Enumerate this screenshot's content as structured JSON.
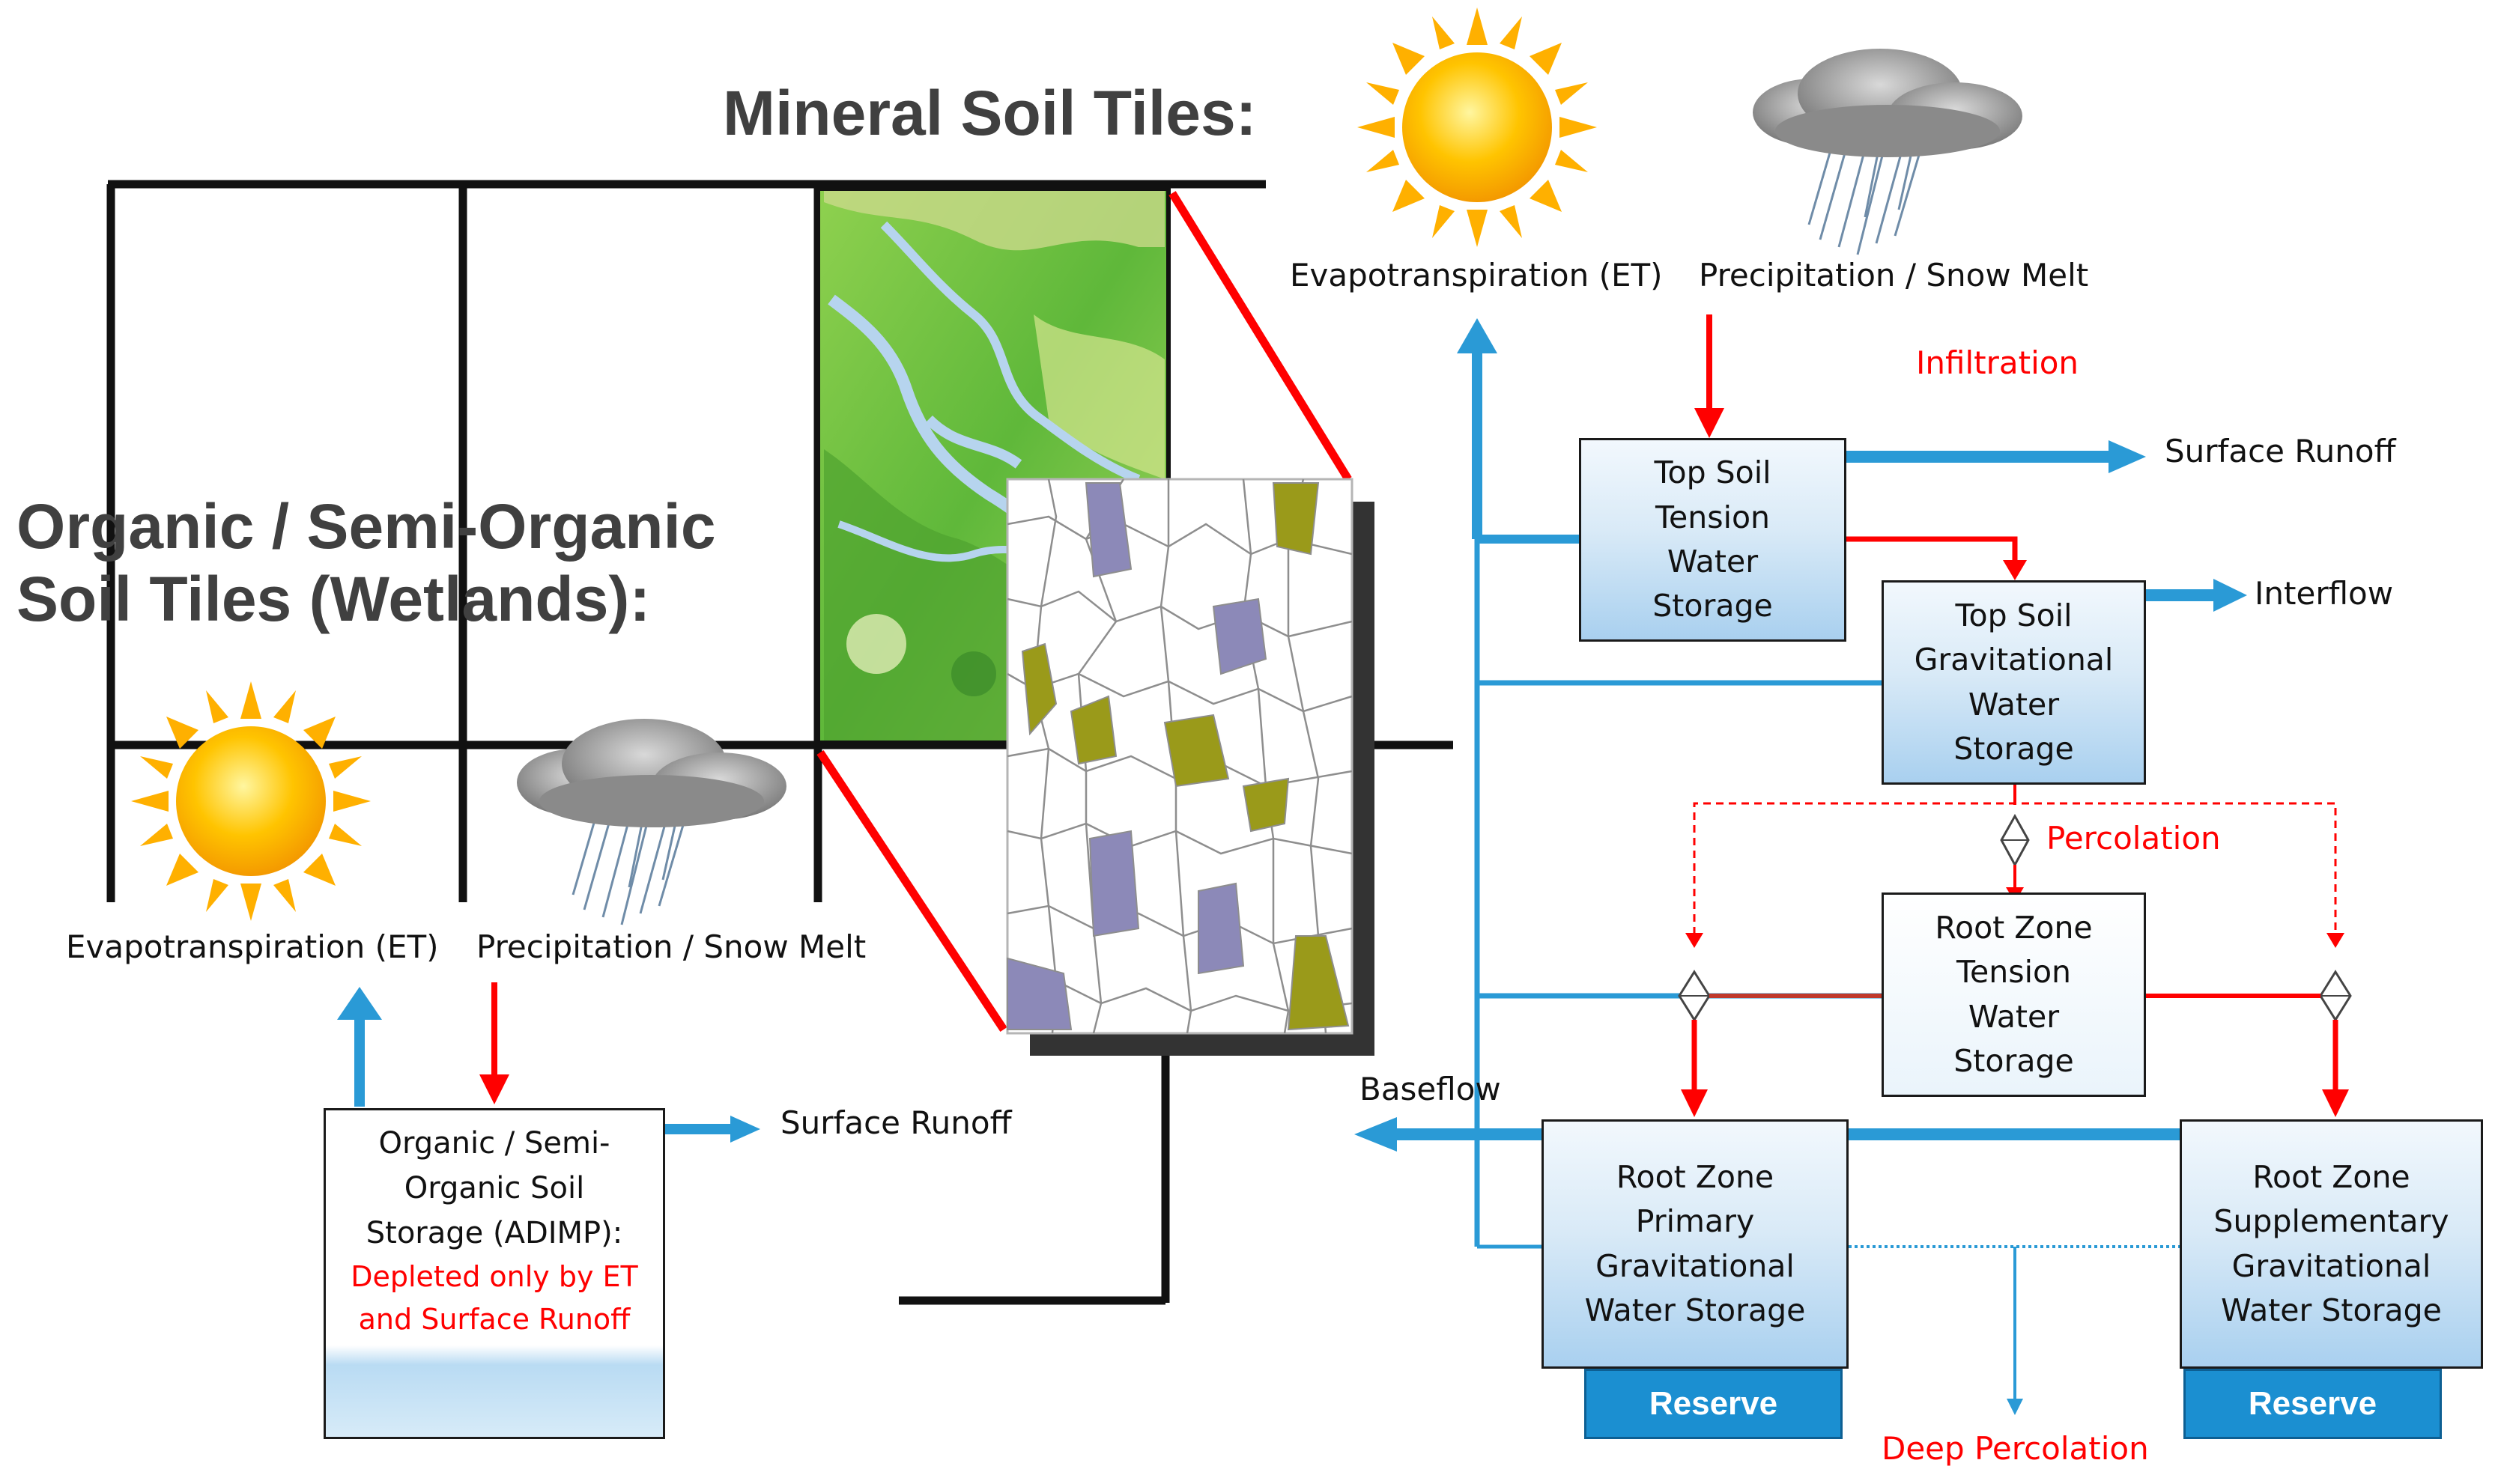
{
  "headings": {
    "mineral": "Mineral Soil Tiles:",
    "organic_line1": "Organic / Semi-Organic",
    "organic_line2": "Soil Tiles (Wetlands):"
  },
  "organic_panel": {
    "et_label": "Evapotranspiration (ET)",
    "precip_label": "Precipitation / Snow Melt",
    "runoff_label": "Surface Runoff",
    "storage_lines": [
      "Organic / Semi-",
      "Organic Soil",
      "Storage (ADIMP):"
    ],
    "storage_note_lines": [
      "Depleted only by ET",
      "and Surface Runoff"
    ]
  },
  "mineral_panel": {
    "et_label": "Evapotranspiration (ET)",
    "precip_label": "Precipitation / Snow Melt",
    "infiltration_label": "Infiltration",
    "surface_runoff_label": "Surface Runoff",
    "interflow_label": "Interflow",
    "percolation_label": "Percolation",
    "baseflow_label": "Baseflow",
    "deep_percolation_label": "Deep Percolation",
    "boxes": {
      "top_tension": [
        "Top Soil",
        "Tension",
        "Water",
        "Storage"
      ],
      "top_gravitational": [
        "Top Soil",
        "Gravitational",
        "Water",
        "Storage"
      ],
      "root_tension": [
        "Root Zone",
        "Tension",
        "Water",
        "Storage"
      ],
      "root_primary": [
        "Root Zone",
        "Primary",
        "Gravitational",
        "Water Storage"
      ],
      "root_supplementary": [
        "Root Zone",
        "Supplementary",
        "Gravitational",
        "Water Storage"
      ]
    },
    "reserve_label": "Reserve"
  },
  "colors": {
    "heading": "#404040",
    "flow_blue": "#2a9ad6",
    "flow_red": "#ff0000",
    "reserve_blue": "#1b8fd1",
    "grid_black": "#111111",
    "wetland_purple": "#8c89b8",
    "wetland_olive": "#9a9a1a"
  },
  "icons": [
    "sun-icon",
    "rain-cloud-icon",
    "wetland-map-icon",
    "soil-polygon-icon"
  ]
}
